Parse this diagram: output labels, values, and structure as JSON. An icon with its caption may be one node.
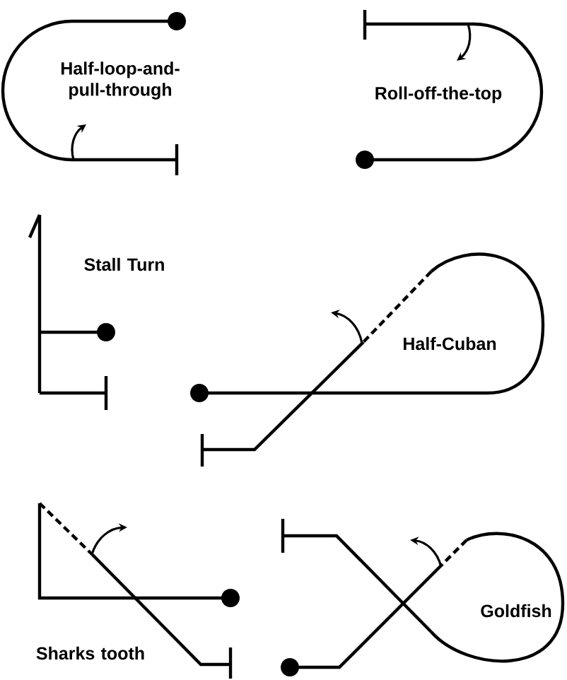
{
  "diagram": {
    "labels": [
      "Half-loop-and-pull-through",
      "Roll-off-the-top",
      "Stall Turn",
      "Half-Cuban",
      "Sharks tooth",
      "Goldfish"
    ]
  }
}
